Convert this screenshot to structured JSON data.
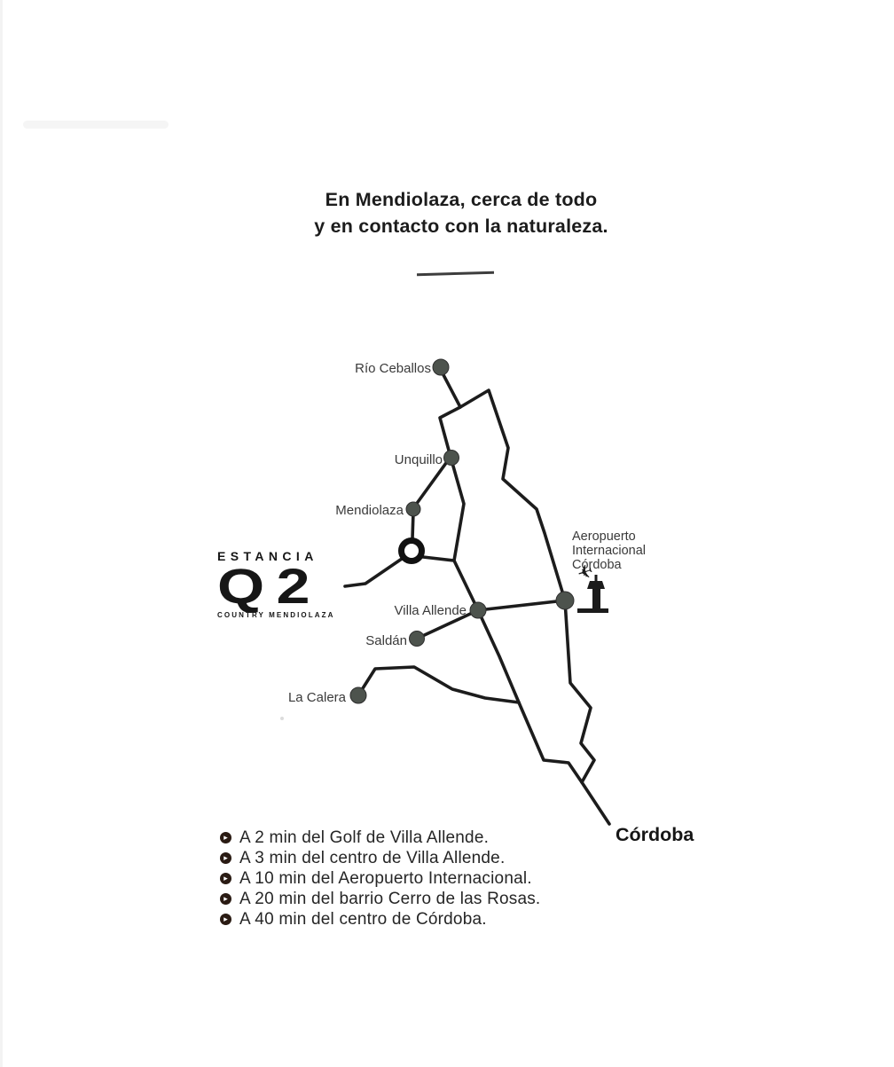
{
  "header": {
    "line1": "En Mendiolaza, cerca de todo",
    "line2": "y en contacto con la naturaleza."
  },
  "logo": {
    "estancia": "ESTANCIA",
    "q2": "Q2",
    "subtitle": "COUNTRY MENDIOLAZA"
  },
  "map": {
    "towns": [
      {
        "id": "rio-ceballos",
        "label": "Río Ceballos"
      },
      {
        "id": "unquillo",
        "label": "Unquillo"
      },
      {
        "id": "mendiolaza",
        "label": "Mendiolaza"
      },
      {
        "id": "villa-allende",
        "label": "Villa Allende"
      },
      {
        "id": "saldan",
        "label": "Saldán"
      },
      {
        "id": "la-calera",
        "label": "La Calera"
      }
    ],
    "airport": {
      "line1": "Aeropuerto",
      "line2": "Internacional",
      "line3": "Córdoba"
    },
    "city": "Córdoba"
  },
  "distances": {
    "items": [
      "A 2 min del Golf de Villa Allende.",
      "A 3 min del centro de Villa Allende.",
      "A 10 min del Aeropuerto Internacional.",
      "A 20 min del barrio Cerro de las Rosas.",
      "A 40 min del centro de Córdoba."
    ]
  },
  "icons": {
    "bullet_glyph": "▸"
  },
  "colors": {
    "road": "#1c1c1c",
    "town_dot": "#4d534d",
    "label_text": "#3a3a3a",
    "title_text": "#1c1c1c",
    "bullet_icon_bg": "#2a1b13"
  }
}
